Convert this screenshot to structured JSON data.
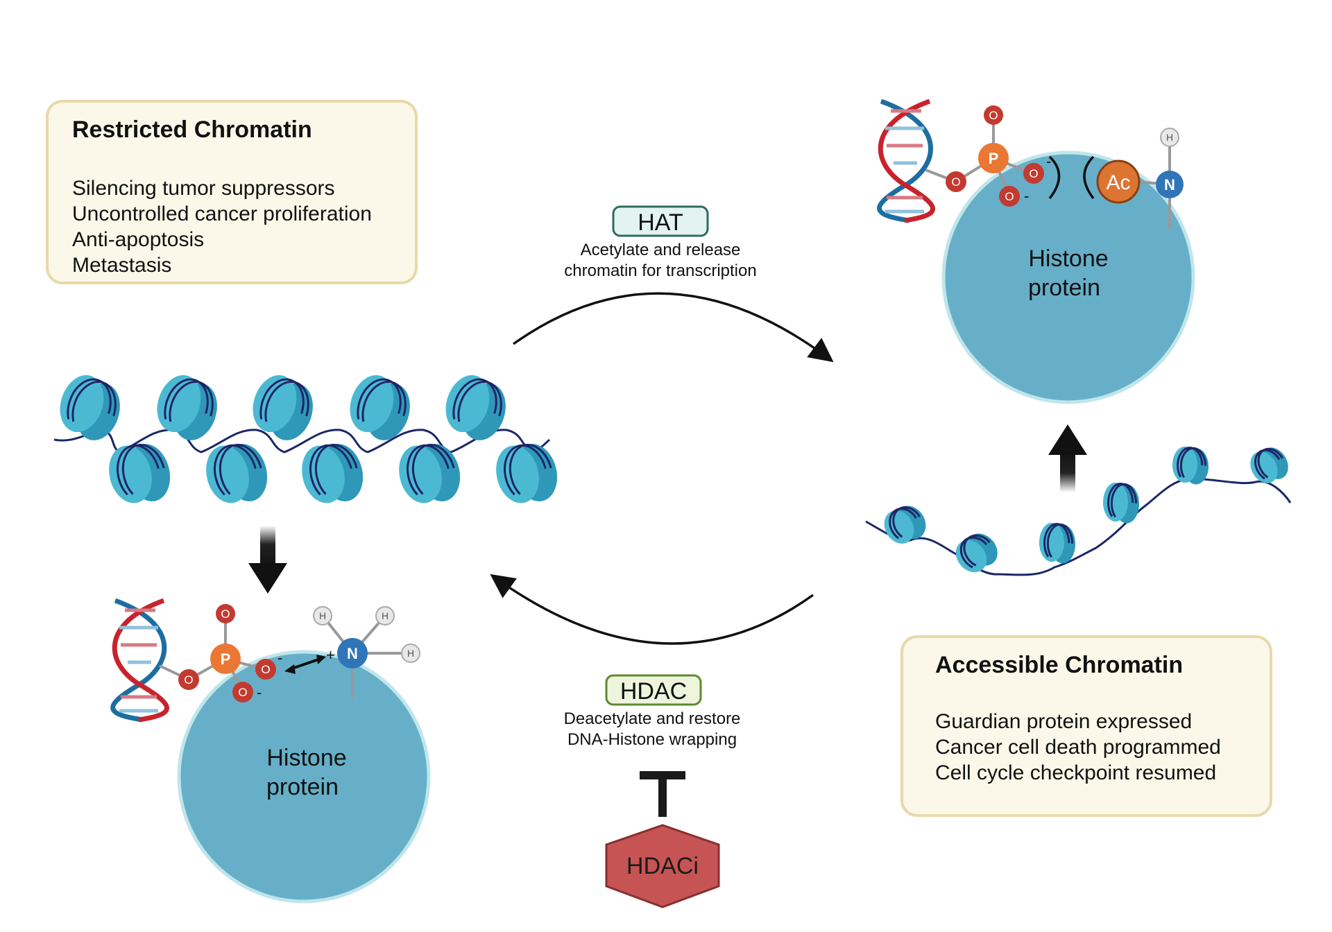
{
  "restricted_box": {
    "title": "Restricted Chromatin",
    "items": [
      "Silencing tumor suppressors",
      "Uncontrolled cancer proliferation",
      "Anti-apoptosis",
      "Metastasis"
    ]
  },
  "accessible_box": {
    "title": "Accessible Chromatin",
    "items": [
      "Guardian protein expressed",
      "Cancer cell death programmed",
      "Cell cycle checkpoint resumed"
    ]
  },
  "hat": {
    "label": "HAT",
    "desc_line1": "Acetylate and release",
    "desc_line2": "chromatin for transcription"
  },
  "hdac": {
    "label": "HDAC",
    "desc_line1": "Deacetylate and restore",
    "desc_line2": "DNA-Histone wrapping"
  },
  "inhibitor": {
    "label": "HDACi"
  },
  "histone_left": {
    "line1": "Histone",
    "line2": "protein"
  },
  "histone_right": {
    "line1": "Histone",
    "line2": "protein"
  },
  "atoms": {
    "phosphorus": "P",
    "oxygen": "O",
    "nitrogen": "N",
    "hydrogen": "H",
    "acetyl": "Ac",
    "plus": "+",
    "minus": "-"
  },
  "colors": {
    "histone": "#67afc8",
    "nucleosome": "#4cb9d2",
    "box_fill": "#fbf8ea",
    "box_border": "#e8d9a8",
    "hat_fill": "#e3f3ef",
    "hat_border": "#2e6b5c",
    "hdac_fill": "#eef5dc",
    "hdac_border": "#5e8a2a",
    "hdaci_fill": "#c65454",
    "hdaci_border": "#8a2e2e",
    "phosphorus": "#ea7733",
    "oxygen": "#c23a30",
    "nitrogen": "#2f75b8",
    "acetyl": "#dc7532",
    "dna_red": "#c8232c",
    "dna_blue": "#1d6ea0"
  }
}
